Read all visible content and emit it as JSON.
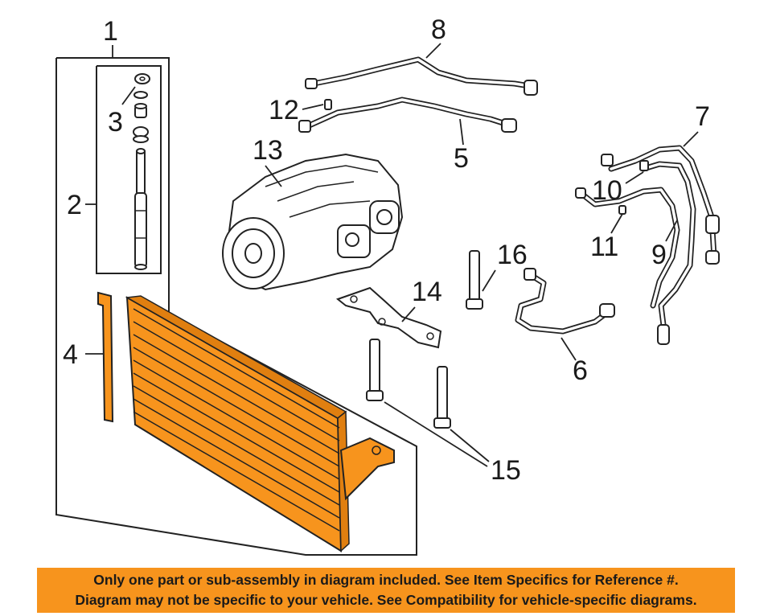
{
  "callouts": {
    "c1": "1",
    "c2": "2",
    "c3": "3",
    "c4": "4",
    "c5": "5",
    "c6": "6",
    "c7": "7",
    "c8": "8",
    "c9": "9",
    "c10": "10",
    "c11": "11",
    "c12": "12",
    "c13": "13",
    "c14": "14",
    "c15": "15",
    "c16": "16"
  },
  "notice": {
    "line1": "Only one part or sub-assembly in diagram included. See Item Specifics for Reference #.",
    "line2": "Diagram may not be specific to your vehicle. See Compatibility for vehicle-specific diagrams."
  },
  "colors": {
    "highlight": "#f7941d",
    "line": "#222222",
    "background": "#ffffff"
  }
}
